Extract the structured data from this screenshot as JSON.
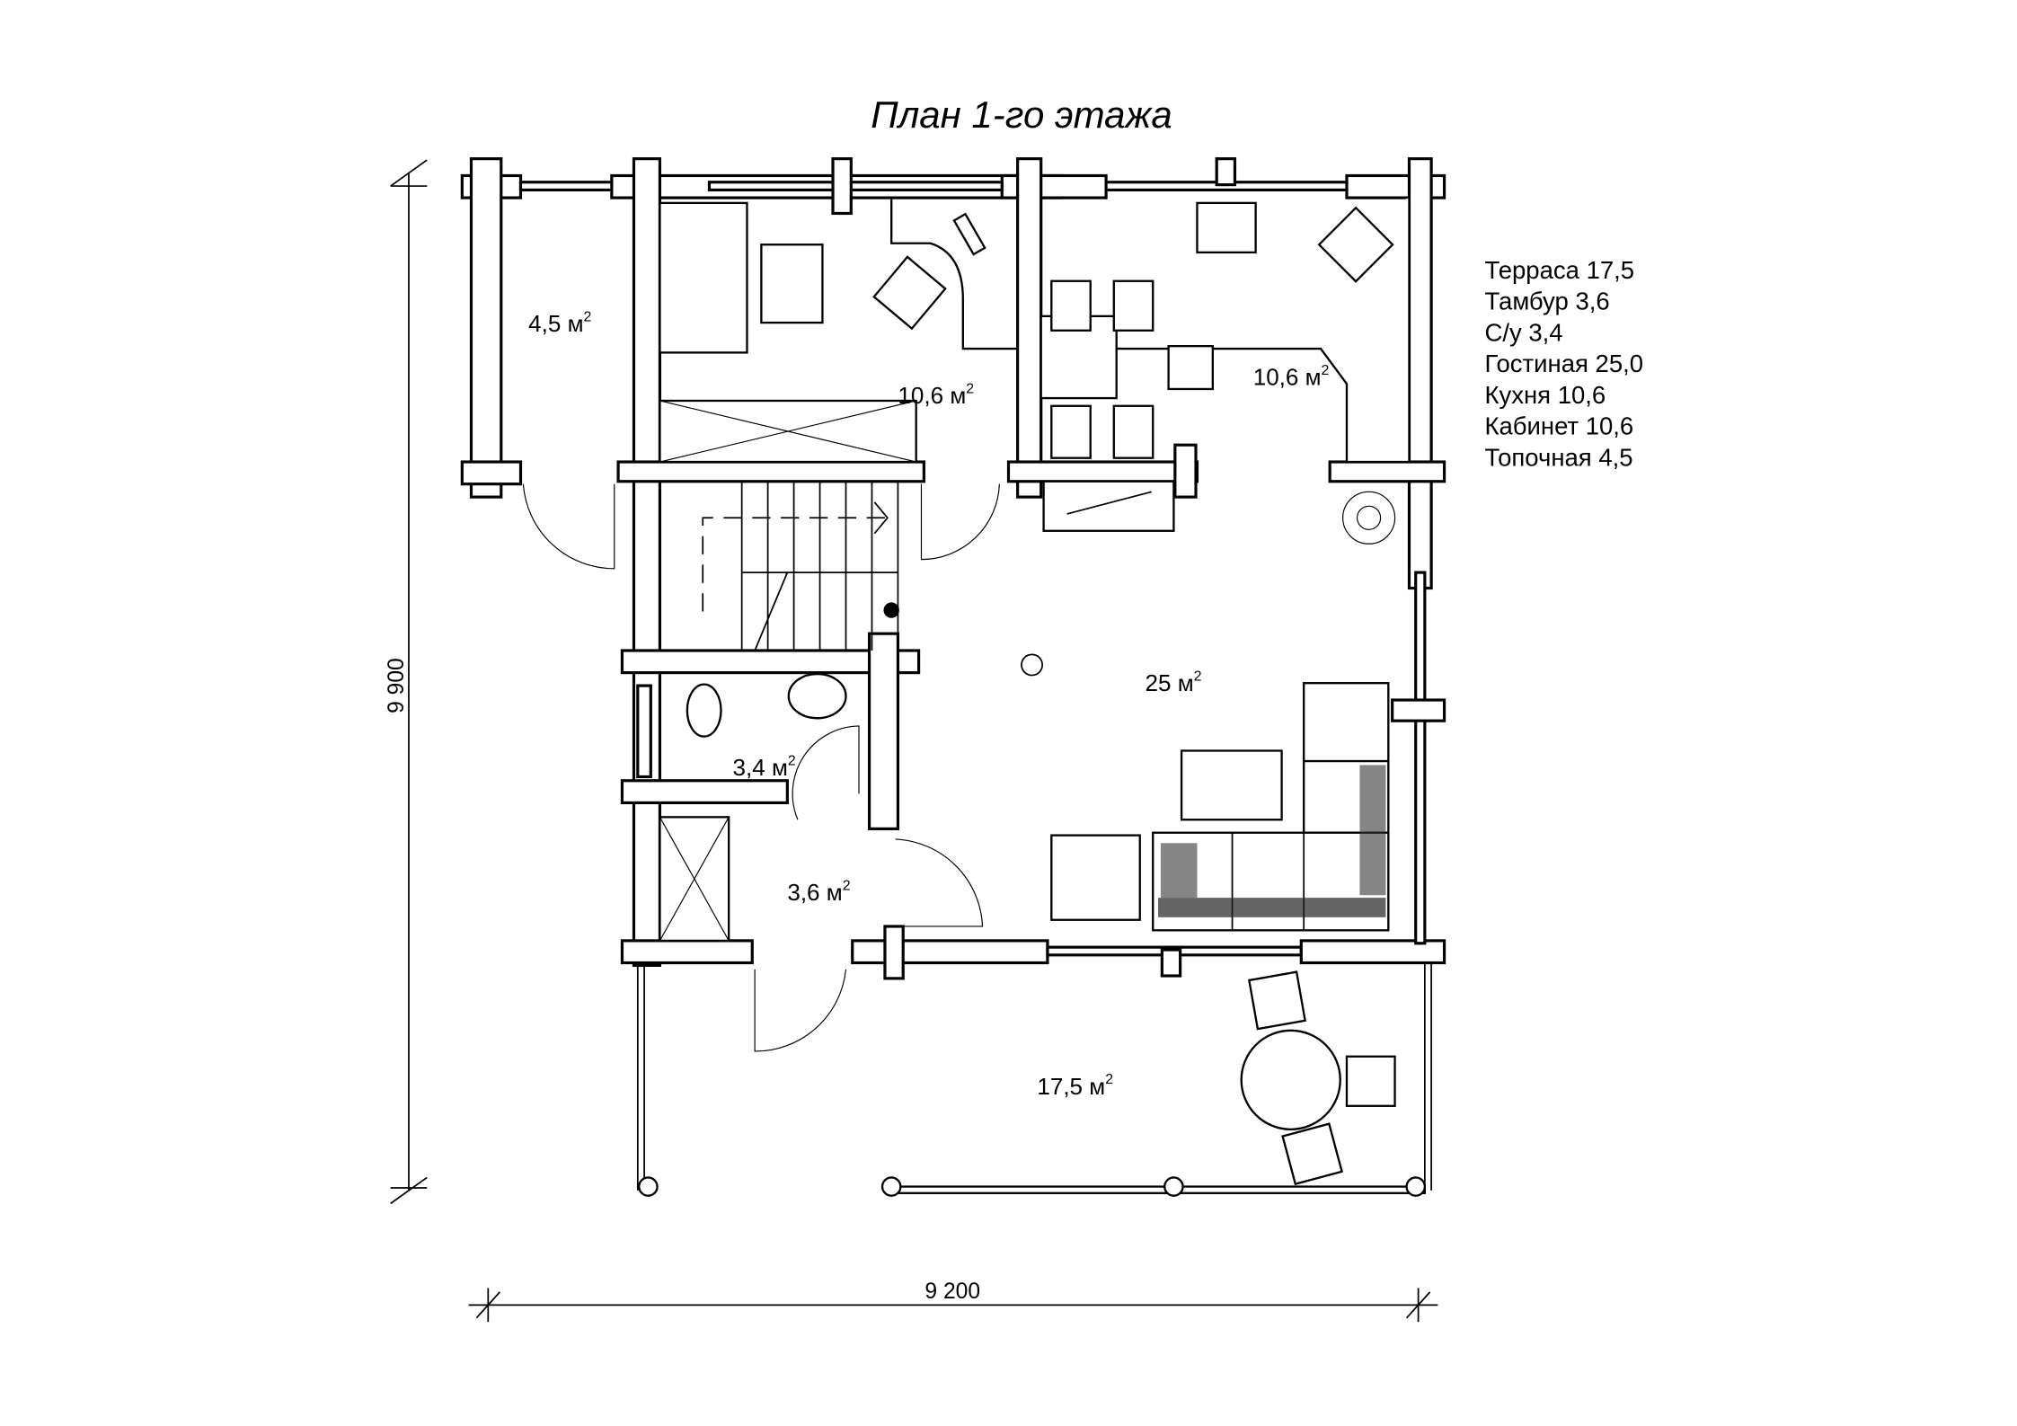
{
  "title": "План 1-го этажа",
  "rooms": [
    {
      "name": "topochnaya",
      "area": "4,5 м",
      "sup": "2"
    },
    {
      "name": "cabinet",
      "area": "10,6 м",
      "sup": "2"
    },
    {
      "name": "kitchen",
      "area": "10,6 м",
      "sup": "2"
    },
    {
      "name": "living",
      "area": "25 м",
      "sup": "2"
    },
    {
      "name": "bathroom",
      "area": "3,4 м",
      "sup": "2"
    },
    {
      "name": "tambur",
      "area": "3,6 м",
      "sup": "2"
    },
    {
      "name": "terrace",
      "area": "17,5 м",
      "sup": "2"
    }
  ],
  "legend": [
    "Терраса 17,5",
    "Тамбур 3,6",
    "С/у 3,4",
    "Гостиная 25,0",
    "Кухня 10,6",
    "Кабинет 10,6",
    "Топочная 4,5"
  ],
  "dimensions": {
    "height": "9 900",
    "width": "9 200"
  }
}
